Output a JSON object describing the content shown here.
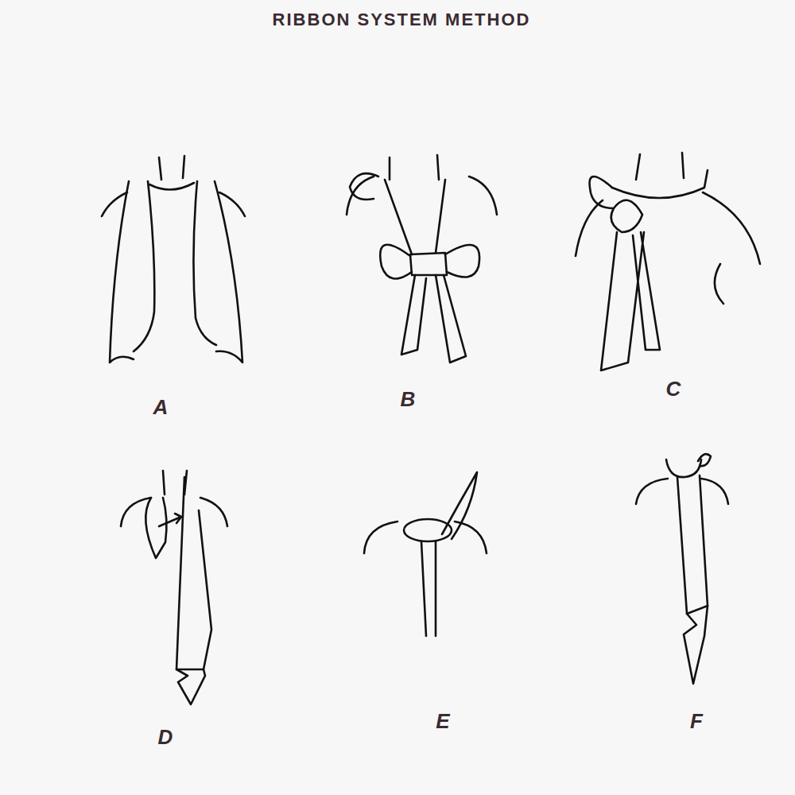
{
  "diagram": {
    "title": "RIBBON SYSTEM METHOD",
    "labels": [
      "A",
      "B",
      "C",
      "D",
      "E",
      "F"
    ]
  }
}
